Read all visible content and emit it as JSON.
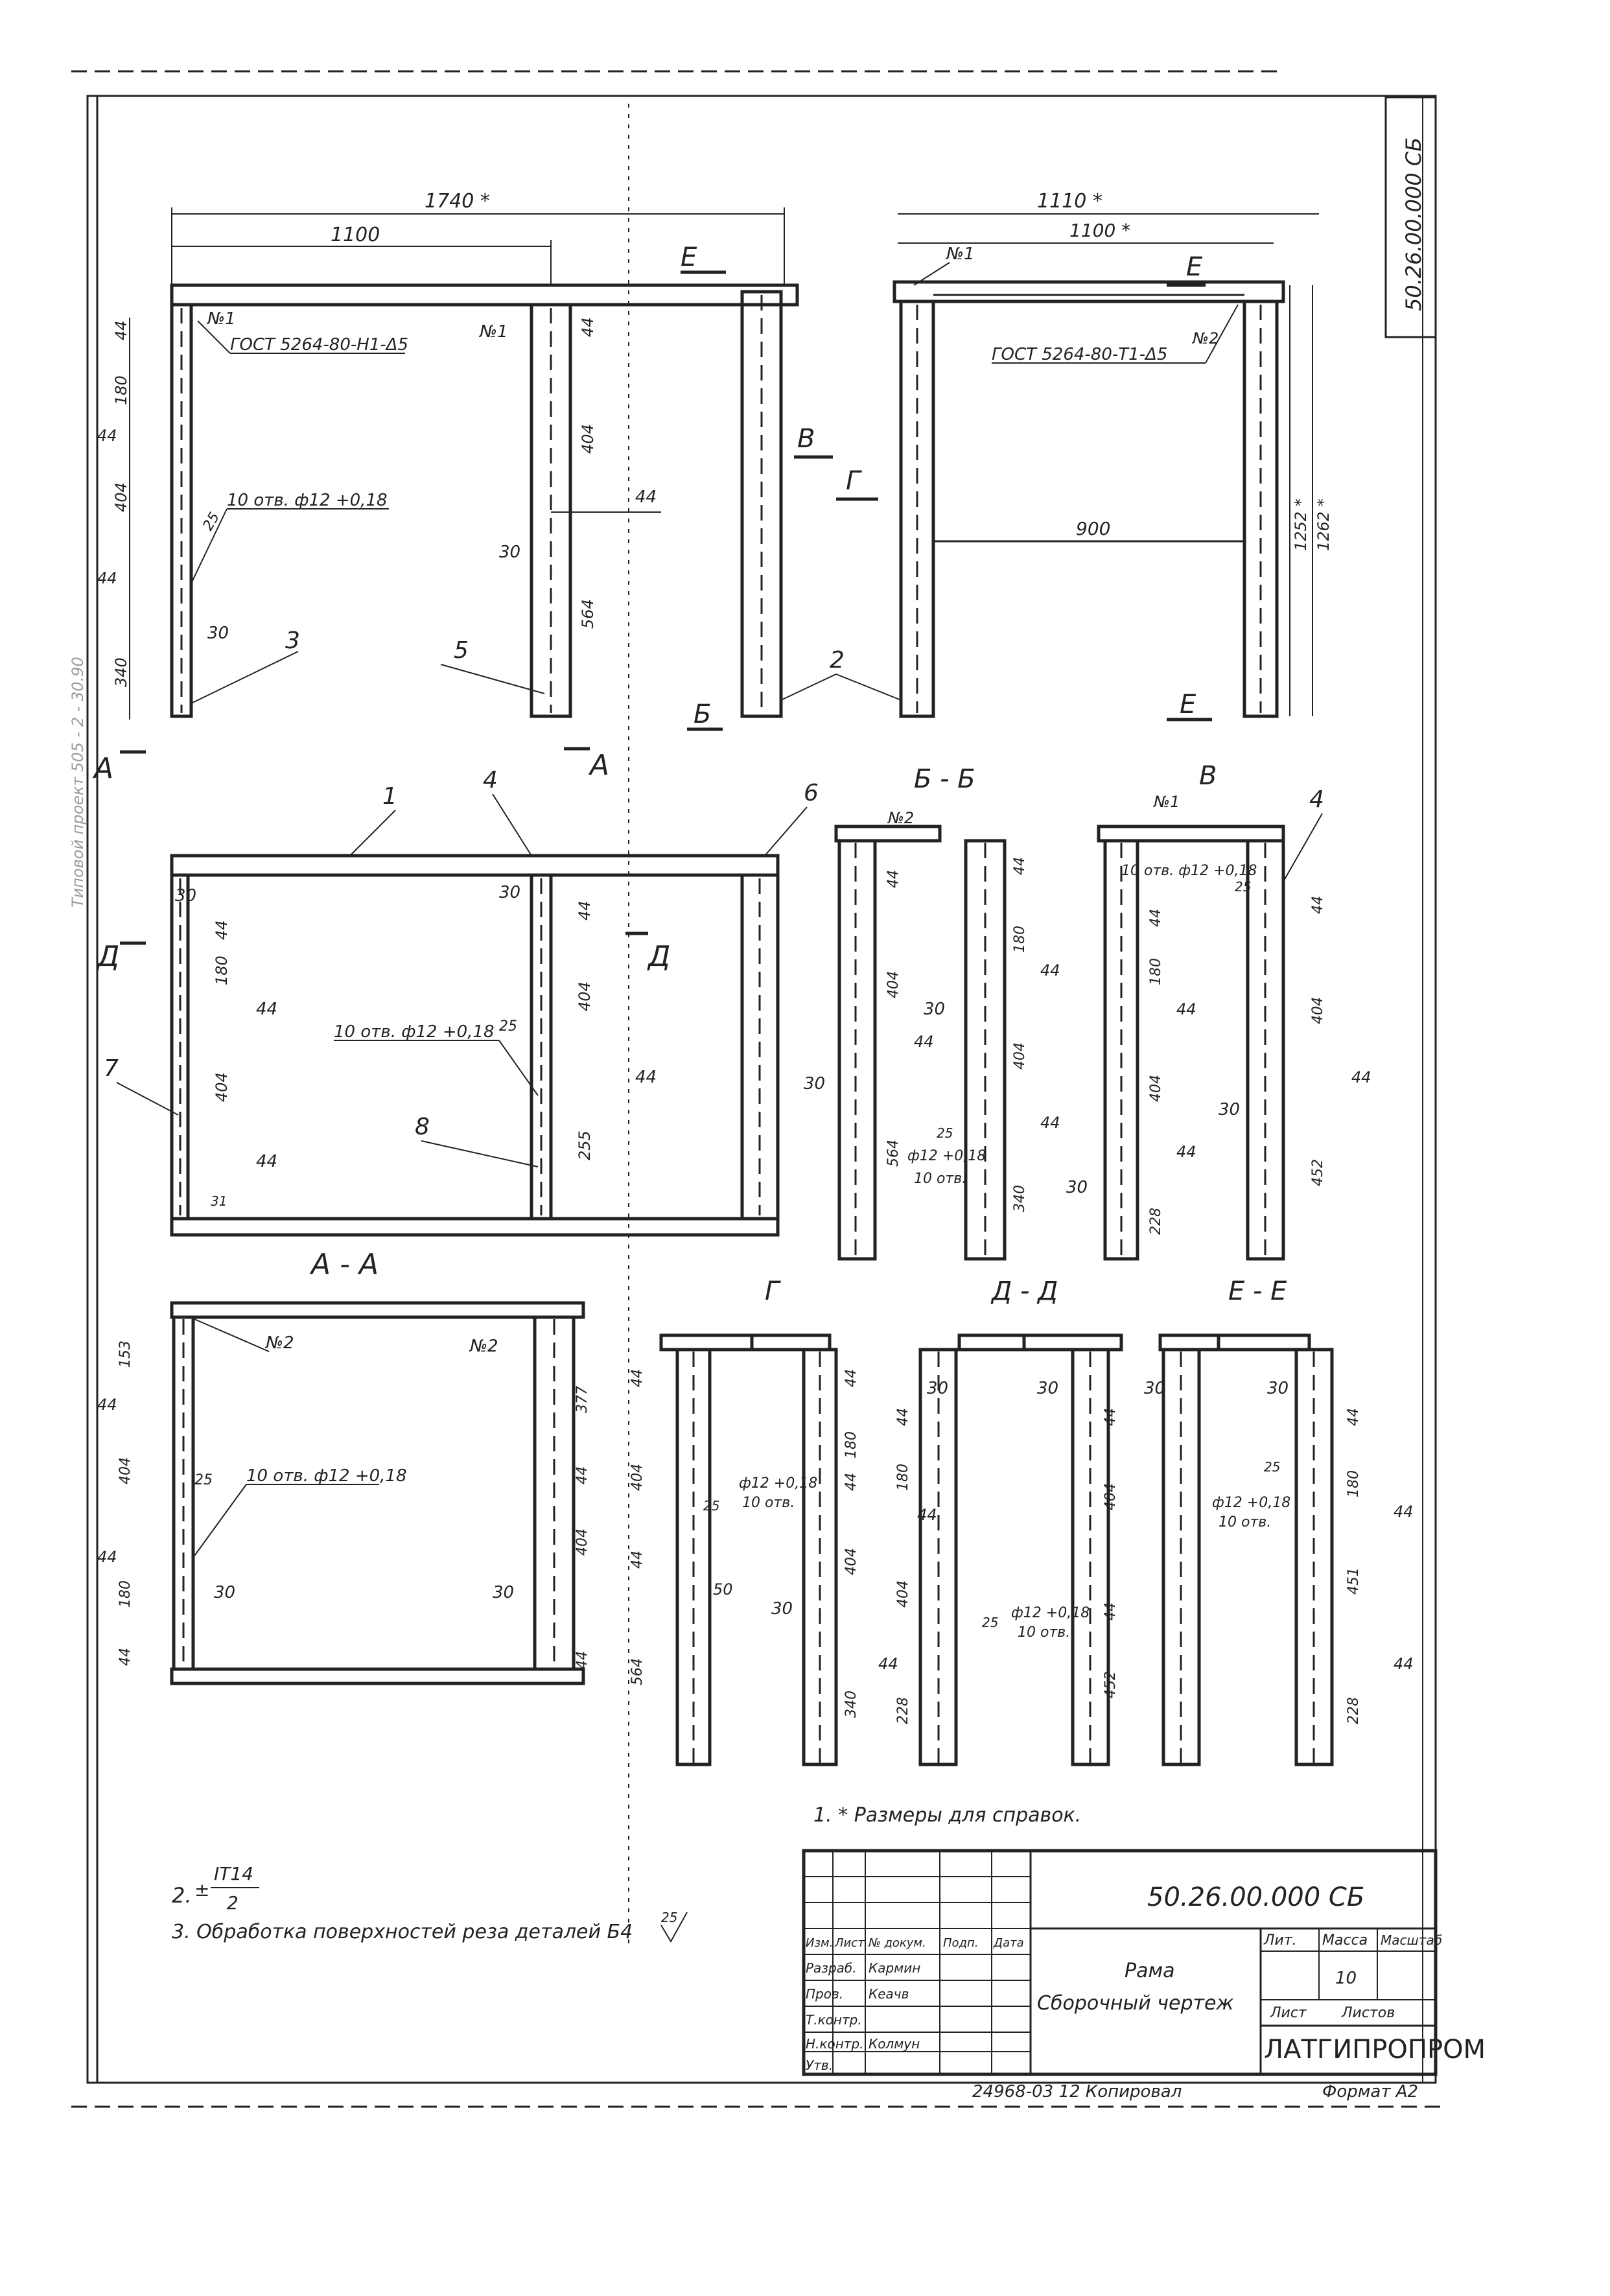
{
  "document": {
    "code_vertical": "50.26.00.000 СБ",
    "side_label": "Типовой проект 505 - 2 - 30.90"
  },
  "views": {
    "main": {
      "dim_overall": "1740 *",
      "dim_inner": "1100",
      "section_e": "Е",
      "weld_left": "№1",
      "weld_right": "№1",
      "gost": "ГОСТ 5264-80-Н1-Δ5",
      "holes": "10 отв. ф12 +0,18",
      "d44a": "44",
      "d180": "180",
      "d44b": "44",
      "d404": "404",
      "d44c": "44",
      "d340": "340",
      "d30": "30",
      "d25": "25",
      "r44": "44",
      "r404": "404",
      "r44b": "44",
      "r30": "30",
      "r564": "564",
      "pos3": "3",
      "pos5": "5",
      "view_v": "В",
      "view_g": "Г",
      "sec_a_left": "А",
      "sec_a_right": "А"
    },
    "side": {
      "dim_overall": "1110 *",
      "dim_inner": "1100 *",
      "weld1": "№1",
      "weld2": "№2",
      "section_e": "Е",
      "gost": "ГОСТ 5264-80-Т1-Δ5",
      "dim_900": "900",
      "h1": "1252 *",
      "h2": "1262 *",
      "pos2": "2",
      "sec_b": "Б",
      "sec_e2": "Е"
    },
    "plan": {
      "title": "А - А",
      "pos1": "1",
      "pos4": "4",
      "pos6": "6",
      "pos7": "7",
      "pos8": "8",
      "sec_d_left": "Д",
      "sec_d_right": "Д",
      "holes": "10 отв. ф12 +0,18",
      "d25": "25",
      "l30": "30",
      "l44": "44",
      "l180": "180",
      "l44b": "44",
      "l404": "404",
      "l44c": "44",
      "l31": "31",
      "r30": "30",
      "r44": "44",
      "r404": "404",
      "r44b": "44",
      "r255": "255"
    },
    "bb": {
      "title": "Б - Б",
      "weld": "№2",
      "v44": "44",
      "v404": "404",
      "v30": "30",
      "v44b": "44",
      "v564": "564",
      "w44": "44",
      "w180": "180",
      "w44b": "44",
      "w30": "30",
      "w404": "404",
      "w44c": "44",
      "w340": "340",
      "holes": "ф12 +0,18",
      "holes2": "10 отв.",
      "d25": "25"
    },
    "v": {
      "title": "В",
      "weld": "№1",
      "pos4": "4",
      "holes": "10 отв. ф12 +0,18",
      "d25": "25",
      "l44": "44",
      "l180": "180",
      "l44b": "44",
      "l404": "404",
      "l44c": "44",
      "l30": "30",
      "l228": "228",
      "r44": "44",
      "r404": "404",
      "r44b": "44",
      "r30": "30",
      "r452": "452"
    },
    "aa": {
      "weld1": "№2",
      "weld2": "№2",
      "holes": "10 отв. ф12 +0,18",
      "d25": "25",
      "l153": "153",
      "l44": "44",
      "l404": "404",
      "l44b": "44",
      "l180": "180",
      "l30": "30",
      "l44c": "44",
      "r377": "377",
      "r44": "44",
      "r404": "404",
      "r30": "30",
      "r44b": "44"
    },
    "g": {
      "title": "Г",
      "l44": "44",
      "l404": "404",
      "l44b": "44",
      "l564": "564",
      "l50": "50",
      "d25": "25",
      "holes": "ф12 +0,18",
      "holes2": "10 отв.",
      "r44": "44",
      "r180": "180",
      "r44b": "44",
      "r404": "404",
      "r30": "30",
      "r340": "340"
    },
    "dd": {
      "title": "Д - Д",
      "l30": "30",
      "l44": "44",
      "l180": "180",
      "l44b": "44",
      "l404": "404",
      "l44c": "44",
      "l228": "228",
      "r30": "30",
      "r44": "44",
      "r404": "404",
      "r44b": "44",
      "r452": "452",
      "holes": "ф12 +0,18",
      "holes2": "10 отв.",
      "d25": "25"
    },
    "ee": {
      "title": "Е - Е",
      "l30": "30",
      "r30": "30",
      "d25": "25",
      "holes": "ф12 +0,18",
      "holes2": "10 отв.",
      "r44": "44",
      "r180": "180",
      "r44b": "44",
      "r451": "451",
      "r44c": "44",
      "r228": "228"
    }
  },
  "notes": [
    "1. * Размеры для справок.",
    "2. ± IT14 / 2",
    "3. Обработка поверхностей реза деталей Б4"
  ],
  "note2_prefix": "2.",
  "note2_pm": "±",
  "note2_num": "IT14",
  "note2_den": "2",
  "note3_rough": "25",
  "title_block": {
    "code": "50.26.00.000 СБ",
    "name": "Рама",
    "subtitle": "Сборочный чертеж",
    "lit": "Лит.",
    "mass": "Масса",
    "scale": "Масштаб",
    "mass_value": "10",
    "sheet": "Лист",
    "sheets": "Листов",
    "org": "ЛАТГИПРОПРОМ",
    "rows": [
      {
        "role": "Изм.",
        "name": "Лист",
        "sign": "№ докум.",
        "date": "Подп."
      },
      {
        "role": "Разраб.",
        "name": "Кармин"
      },
      {
        "role": "Пров.",
        "name": "Кеачв"
      },
      {
        "role": "Т.контр."
      },
      {
        "role": ""
      },
      {
        "role": "Н.контр.",
        "name": "Колмун"
      },
      {
        "role": "Утв."
      }
    ],
    "col_date": "Дата",
    "copy_line": "24968-03   12   Копировал",
    "format": "Формат А2"
  }
}
